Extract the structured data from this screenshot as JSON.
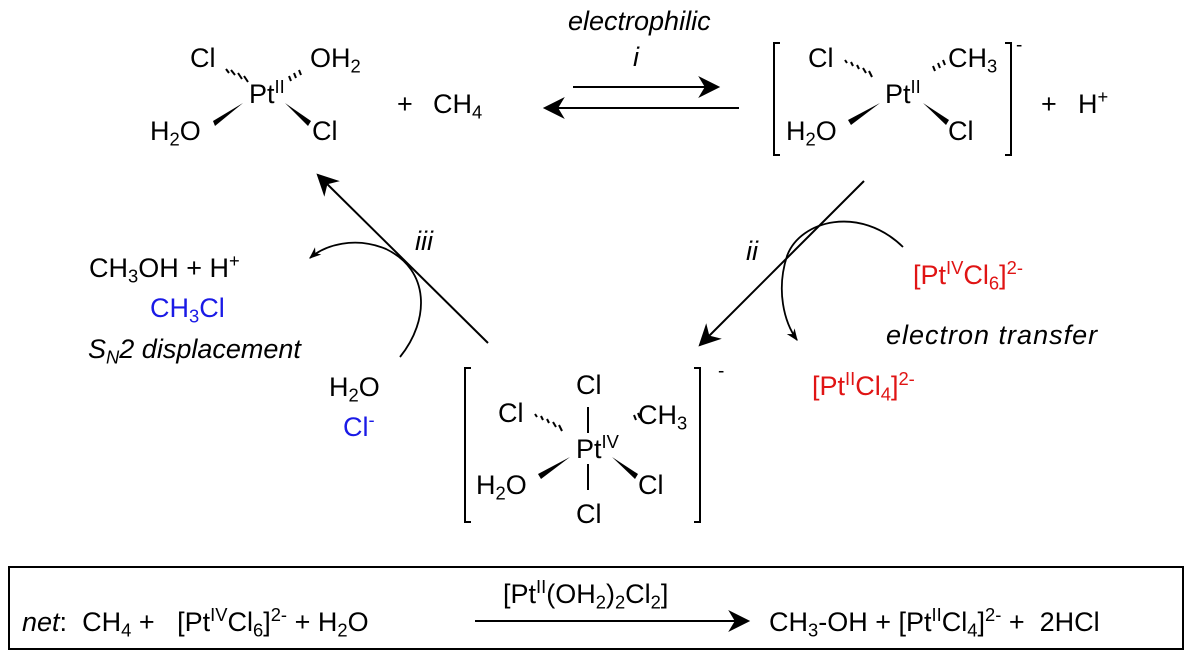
{
  "top_left_complex": {
    "metal": "Pt",
    "oxidation": "II",
    "ligand_tl": "Cl",
    "ligand_tr_main": "OH",
    "ligand_tr_sub": "2",
    "ligand_bl_pre": "H",
    "ligand_bl_sub": "2",
    "ligand_bl_post": "O",
    "ligand_br": "Cl"
  },
  "methane": {
    "plus": "+",
    "main": "CH",
    "sub": "4"
  },
  "step_i": {
    "label_top": "electrophilic",
    "label_num": "i"
  },
  "top_right_complex": {
    "metal": "Pt",
    "oxidation": "II",
    "ligand_tl": "Cl",
    "ligand_tr_main": "CH",
    "ligand_tr_sub": "3",
    "ligand_bl_pre": "H",
    "ligand_bl_sub": "2",
    "ligand_bl_post": "O",
    "ligand_br": "Cl",
    "charge": "-",
    "plus": "+",
    "proton": "H",
    "proton_charge": "+"
  },
  "step_ii": {
    "label": "ii",
    "oxidant": {
      "pre": "[Pt",
      "ox": "IV",
      "mid": "Cl",
      "sub": "6",
      "post": "]",
      "charge": "2-"
    },
    "description": "electron transfer",
    "reduced": {
      "pre": "[Pt",
      "ox": "II",
      "mid": "Cl",
      "sub": "4",
      "post": "]",
      "charge": "2-"
    }
  },
  "bottom_complex": {
    "metal": "Pt",
    "oxidation": "IV",
    "ligand_top": "Cl",
    "ligand_bottom": "Cl",
    "ligand_tl": "Cl",
    "ligand_tr_main": "CH",
    "ligand_tr_sub": "3",
    "ligand_bl_pre": "H",
    "ligand_bl_sub": "2",
    "ligand_bl_post": "O",
    "ligand_br": "Cl",
    "charge": "-"
  },
  "step_iii": {
    "label": "iii",
    "product_line": {
      "a": "CH",
      "a_sub": "3",
      "b": "OH + H",
      "b_sup": "+"
    },
    "alt_product": {
      "a": "CH",
      "a_sub": "3",
      "b": "Cl"
    },
    "description_S": "S",
    "description_sub": "N",
    "description_rest": "2 displacement",
    "nucleophile": {
      "pre": "H",
      "sub": "2",
      "post": "O"
    },
    "alt_nucleophile": {
      "main": "Cl",
      "sup": "-"
    }
  },
  "net_equation": {
    "label": "net",
    "colon": ":",
    "r1": "CH",
    "r1_sub": "4",
    "plus1": "+",
    "r2_pre": "[Pt",
    "r2_ox": "IV",
    "r2_mid": "Cl",
    "r2_sub": "6",
    "r2_post": "]",
    "r2_charge": "2-",
    "plus2": "+",
    "r3_pre": "H",
    "r3_sub": "2",
    "r3_post": "O",
    "catalyst": {
      "pre": "[Pt",
      "ox": "II",
      "mid1": "(OH",
      "sub1": "2",
      "mid2": ")",
      "sub2": "2",
      "mid3": "Cl",
      "sub3": "2",
      "post": "]"
    },
    "p1_pre": "CH",
    "p1_sub": "3",
    "p1_post": "-OH",
    "plus3": "+",
    "p2_pre": "[Pt",
    "p2_ox": "II",
    "p2_mid": "Cl",
    "p2_sub": "4",
    "p2_post": "]",
    "p2_charge": "2-",
    "plus4": "+",
    "p3": "2HCl"
  },
  "colors": {
    "blue": "#1a1ae6",
    "red": "#e01414"
  }
}
